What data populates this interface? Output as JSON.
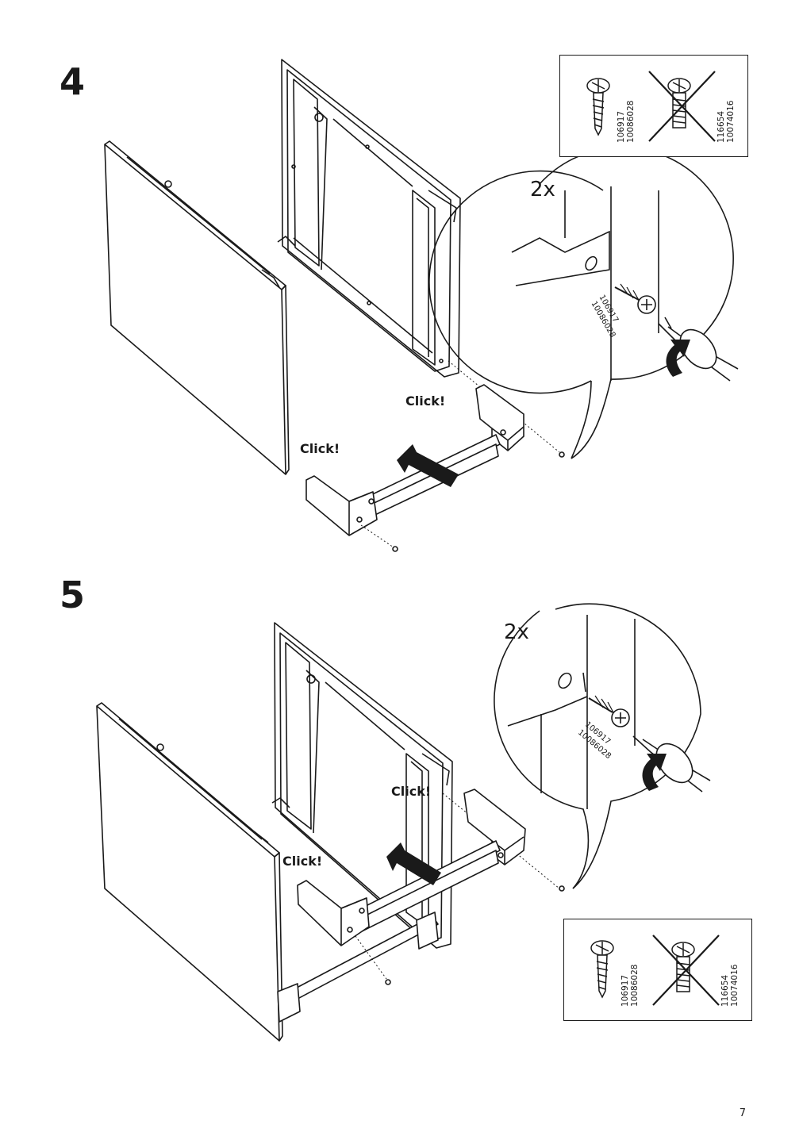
{
  "page": {
    "number": "7"
  },
  "step4": {
    "number": "4",
    "quantity": "2x",
    "click_labels": [
      "Click!",
      "Click!"
    ],
    "detail_screw_code_1": "106917",
    "detail_screw_code_2": "10086028",
    "legend": {
      "correct_code_1": "106917",
      "correct_code_2": "10086028",
      "wrong_code_1": "116654",
      "wrong_code_2": "10074016"
    }
  },
  "step5": {
    "number": "5",
    "quantity": "2x",
    "click_labels": [
      "Click!",
      "Click!"
    ],
    "detail_screw_code_1": "106917",
    "detail_screw_code_2": "10086028",
    "legend": {
      "correct_code_1": "106917",
      "correct_code_2": "10086028",
      "wrong_code_1": "116654",
      "wrong_code_2": "10074016"
    }
  },
  "icons": [
    "wood-screw-icon",
    "machine-screw-crossed-icon",
    "screwdriver-icon",
    "push-arrow-icon",
    "rotate-arrow-icon"
  ]
}
